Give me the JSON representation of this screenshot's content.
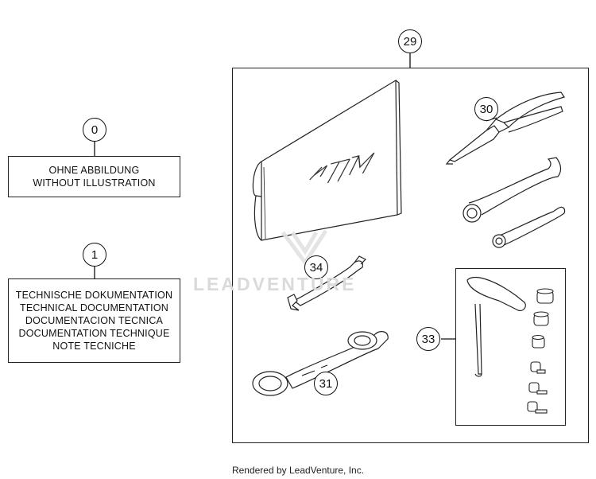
{
  "callouts": {
    "c0": "0",
    "c1": "1",
    "c29": "29",
    "c30": "30",
    "c31": "31",
    "c33": "33",
    "c34": "34"
  },
  "box0": {
    "line1": "OHNE ABBILDUNG",
    "line2": "WITHOUT ILLUSTRATION"
  },
  "box1": {
    "line1": "TECHNISCHE DOKUMENTATION",
    "line2": "TECHNICAL DOCUMENTATION",
    "line3": "DOCUMENTACION TECNICA",
    "line4": "DOCUMENTATION TECHNIQUE",
    "line5": "NOTE TECNICHE"
  },
  "logo_text": "KTM",
  "watermark": "LEADVENTURE",
  "footer": "Rendered by LeadVenture, Inc."
}
